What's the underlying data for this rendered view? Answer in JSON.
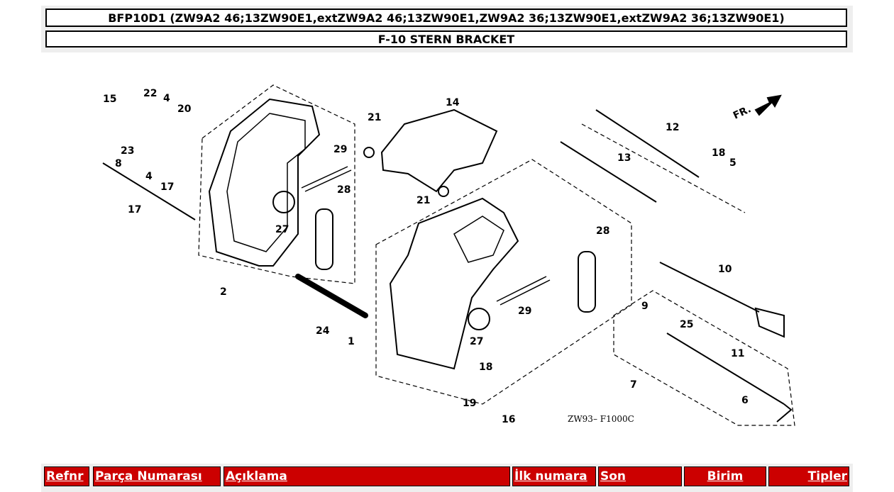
{
  "header": {
    "model_line": "BFP10D1 (ZW9A2 46;13ZW90E1,extZW9A2 46;13ZW90E1,ZW9A2 36;13ZW90E1,extZW9A2 36;13ZW90E1)",
    "section_title": "F-10 STERN BRACKET"
  },
  "diagram": {
    "code": "ZW93– F1000C",
    "direction_label": "FR.",
    "callouts": [
      "1",
      "2",
      "4",
      "4",
      "5",
      "6",
      "7",
      "8",
      "9",
      "10",
      "11",
      "12",
      "13",
      "14",
      "15",
      "16",
      "17",
      "17",
      "18",
      "18",
      "19",
      "20",
      "21",
      "21",
      "22",
      "23",
      "24",
      "25",
      "27",
      "27",
      "28",
      "28",
      "29",
      "29"
    ]
  },
  "table_header": {
    "columns": [
      "Refnr",
      "Parça Numarası",
      "Açıklama",
      "İlk numara",
      "Son",
      "Birim",
      "Tipler"
    ]
  }
}
